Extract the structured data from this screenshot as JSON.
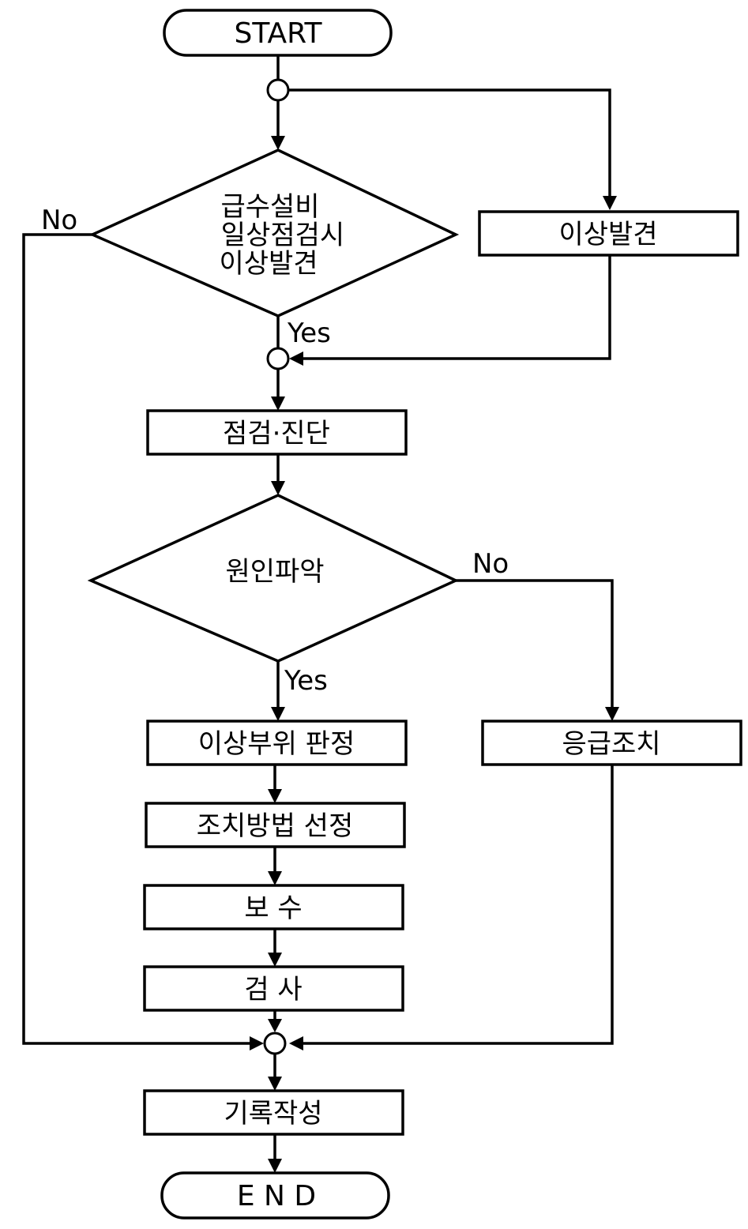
{
  "start_label": "START",
  "end_label": "E N D",
  "decision_1": {
    "lines": [
      "급수설비",
      "일상점검시",
      "이상발견"
    ],
    "no_label": "No",
    "yes_label": "Yes"
  },
  "detect_box": "이상발견",
  "inspect_box": "점검·진단",
  "decision_2": {
    "text": "원인파악",
    "no_label": "No",
    "yes_label": "Yes"
  },
  "emergency_box": "응급조치",
  "locate_box": "이상부위 판정",
  "method_box": "조치방법 선정",
  "repair_box": "보 수",
  "check_box": "검 사",
  "record_box": "기록작성"
}
